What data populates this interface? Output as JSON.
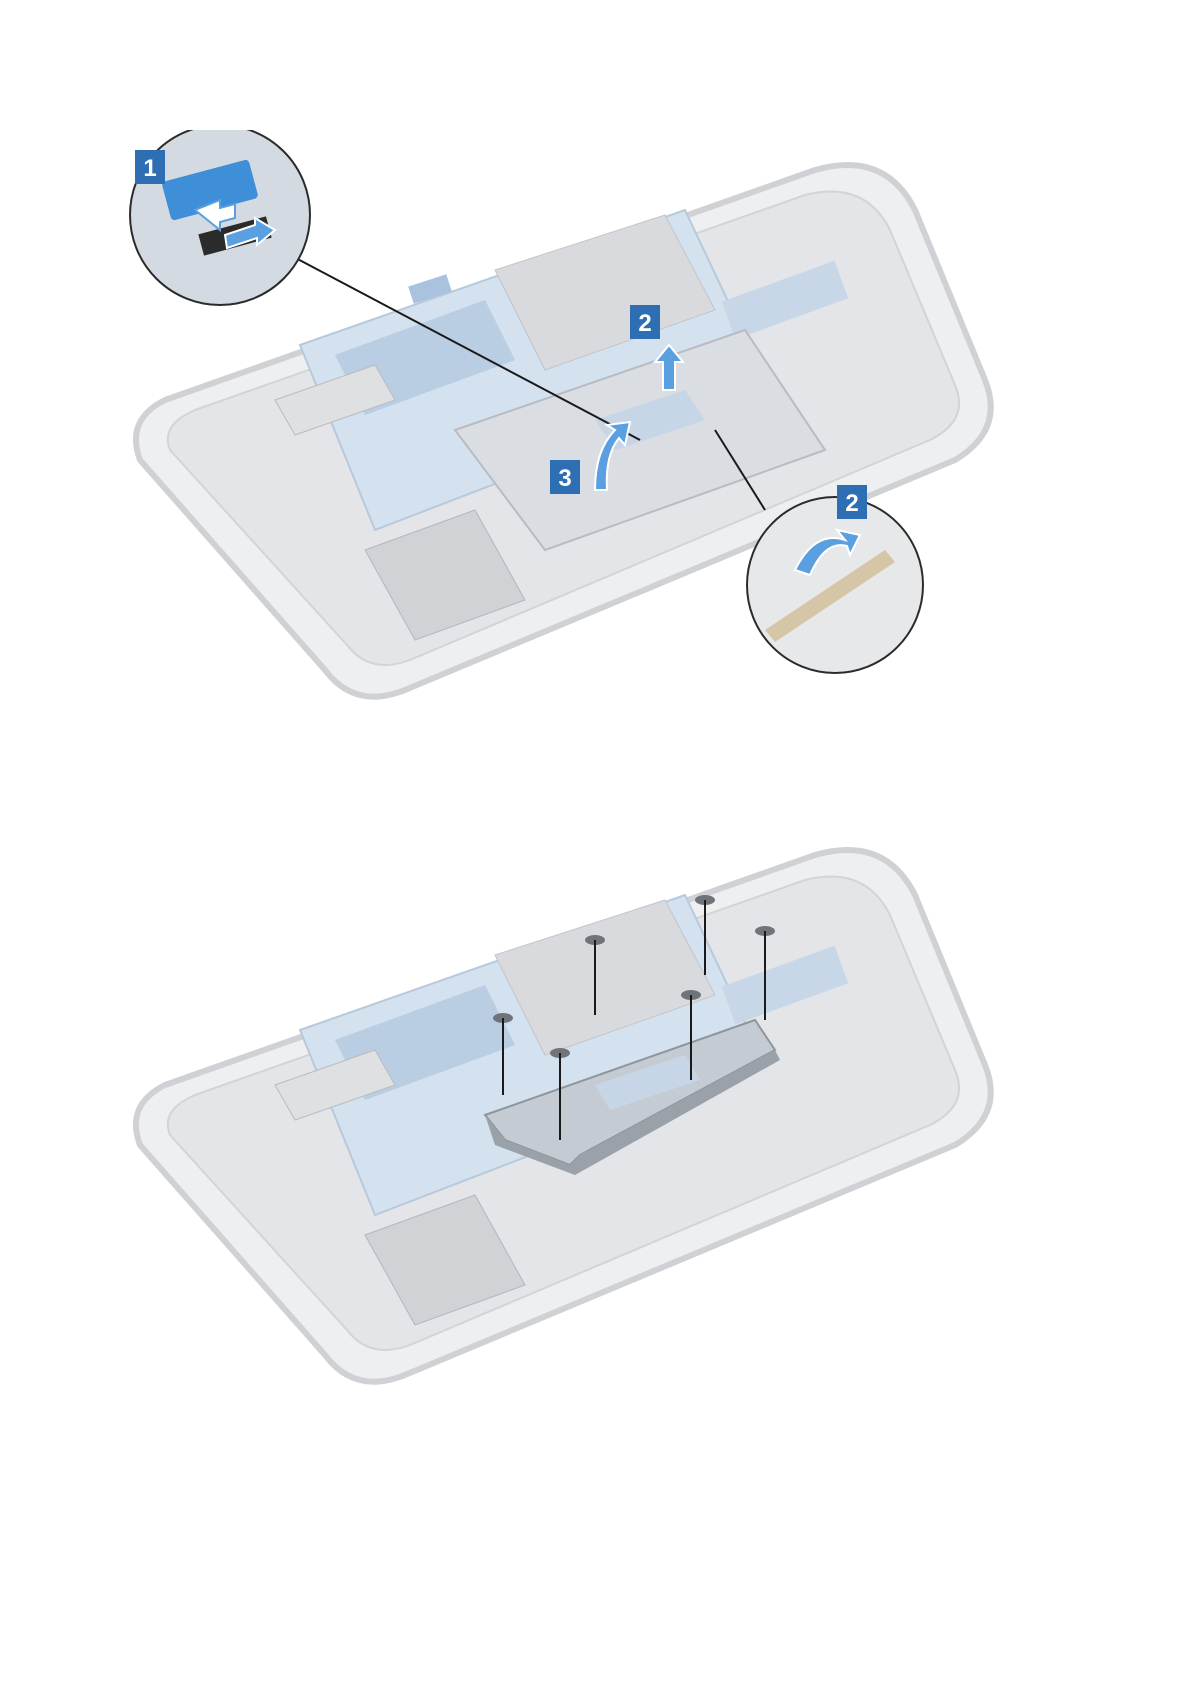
{
  "figures": [
    {
      "callouts": [
        {
          "label": "1"
        },
        {
          "label": "2"
        },
        {
          "label": "3"
        },
        {
          "label": "2"
        }
      ]
    },
    {
      "screw_count": 6
    }
  ],
  "colors": {
    "chassis": "#e6e7e9",
    "chassis_edge": "#c9cbcf",
    "board": "#c9d9ea",
    "board_dark": "#8fb0d2",
    "callout_blue": "#2e6fb3",
    "arrow_blue": "#5aa0e0",
    "plate": "#b9c0c8",
    "screw": "#6f747a"
  }
}
